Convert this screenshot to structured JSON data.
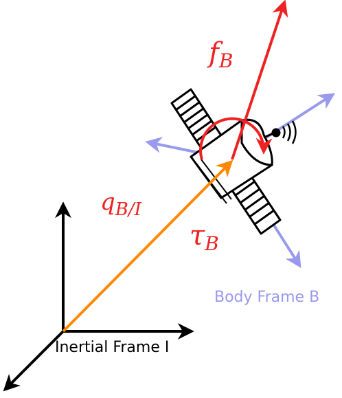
{
  "labels": {
    "force_main": "f",
    "force_sub": "B",
    "torque_main": "τ",
    "torque_sub": "B",
    "quat_main": "q",
    "quat_sub": "B/I",
    "body_frame": "Body Frame B",
    "inertial_frame": "Inertial Frame I"
  },
  "colors": {
    "inertial_axes": "#000000",
    "body_axes": "#9999ee",
    "force_torque": "#ee2222",
    "position": "#ff8800",
    "satellite_outline": "#000000"
  },
  "icons": {
    "satellite": "satellite-icon",
    "antenna": "antenna-icon"
  }
}
